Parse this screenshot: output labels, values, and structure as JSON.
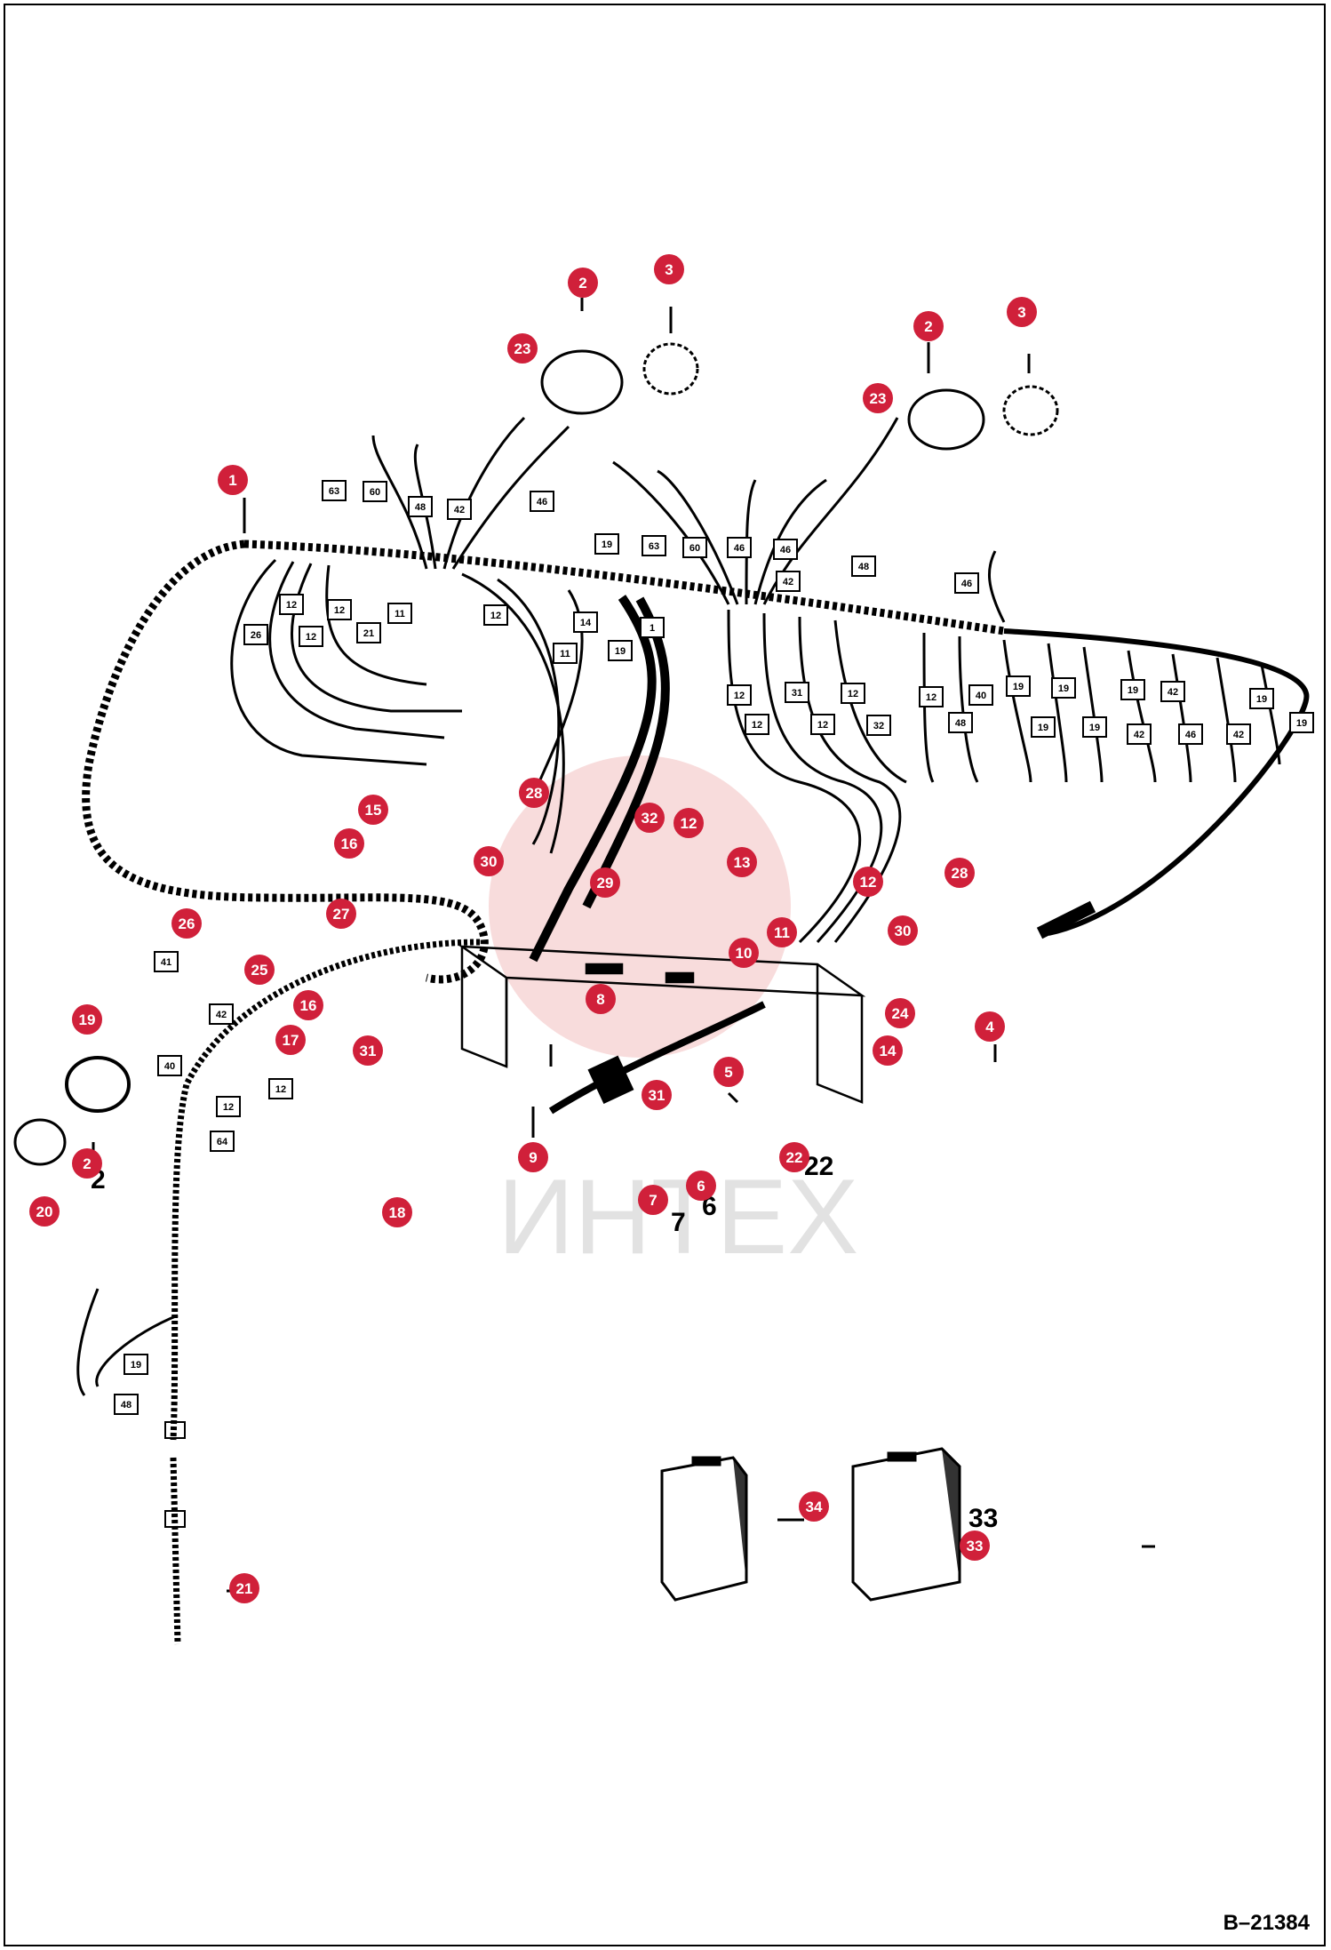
{
  "drawing_code": "B–21384",
  "watermark_text": "ИНТЕХ",
  "accent_color": "#d0203a",
  "callouts": [
    {
      "id": "1"
    },
    {
      "id": "2"
    },
    {
      "id": "3"
    },
    {
      "id": "2"
    },
    {
      "id": "3"
    },
    {
      "id": "23"
    },
    {
      "id": "23"
    },
    {
      "id": "28"
    },
    {
      "id": "15"
    },
    {
      "id": "16"
    },
    {
      "id": "30"
    },
    {
      "id": "32"
    },
    {
      "id": "12"
    },
    {
      "id": "13"
    },
    {
      "id": "29"
    },
    {
      "id": "12"
    },
    {
      "id": "11"
    },
    {
      "id": "10"
    },
    {
      "id": "28"
    },
    {
      "id": "30"
    },
    {
      "id": "26"
    },
    {
      "id": "27"
    },
    {
      "id": "25"
    },
    {
      "id": "19"
    },
    {
      "id": "16"
    },
    {
      "id": "17"
    },
    {
      "id": "31"
    },
    {
      "id": "8"
    },
    {
      "id": "24"
    },
    {
      "id": "4"
    },
    {
      "id": "14"
    },
    {
      "id": "5"
    },
    {
      "id": "31"
    },
    {
      "id": "2"
    },
    {
      "id": "20"
    },
    {
      "id": "9"
    },
    {
      "id": "18"
    },
    {
      "id": "22"
    },
    {
      "id": "6"
    },
    {
      "id": "7"
    },
    {
      "id": "34"
    },
    {
      "id": "33"
    },
    {
      "id": "21"
    }
  ],
  "side_numbers": [
    {
      "text": "33"
    },
    {
      "text": "2"
    },
    {
      "text": "22"
    },
    {
      "text": "7"
    },
    {
      "text": "6"
    }
  ],
  "wire_tags": [
    {
      "text": "63"
    },
    {
      "text": "60"
    },
    {
      "text": "48"
    },
    {
      "text": "42"
    },
    {
      "text": "46"
    },
    {
      "text": "19"
    },
    {
      "text": "63"
    },
    {
      "text": "60"
    },
    {
      "text": "46"
    },
    {
      "text": "46"
    },
    {
      "text": "42"
    },
    {
      "text": "48"
    },
    {
      "text": "46"
    },
    {
      "text": "12"
    },
    {
      "text": "26"
    },
    {
      "text": "12"
    },
    {
      "text": "21"
    },
    {
      "text": "12"
    },
    {
      "text": "11"
    },
    {
      "text": "12"
    },
    {
      "text": "14"
    },
    {
      "text": "11"
    },
    {
      "text": "19"
    },
    {
      "text": "1"
    },
    {
      "text": "12"
    },
    {
      "text": "31"
    },
    {
      "text": "12"
    },
    {
      "text": "12"
    },
    {
      "text": "12"
    },
    {
      "text": "32"
    },
    {
      "text": "12"
    },
    {
      "text": "40"
    },
    {
      "text": "48"
    },
    {
      "text": "19"
    },
    {
      "text": "19"
    },
    {
      "text": "19"
    },
    {
      "text": "19"
    },
    {
      "text": "19"
    },
    {
      "text": "42"
    },
    {
      "text": "42"
    },
    {
      "text": "46"
    },
    {
      "text": "42"
    },
    {
      "text": "19"
    },
    {
      "text": "19"
    },
    {
      "text": "41"
    },
    {
      "text": "42"
    },
    {
      "text": "40"
    },
    {
      "text": "12"
    },
    {
      "text": "12"
    },
    {
      "text": "64"
    },
    {
      "text": "19"
    },
    {
      "text": "48"
    }
  ]
}
